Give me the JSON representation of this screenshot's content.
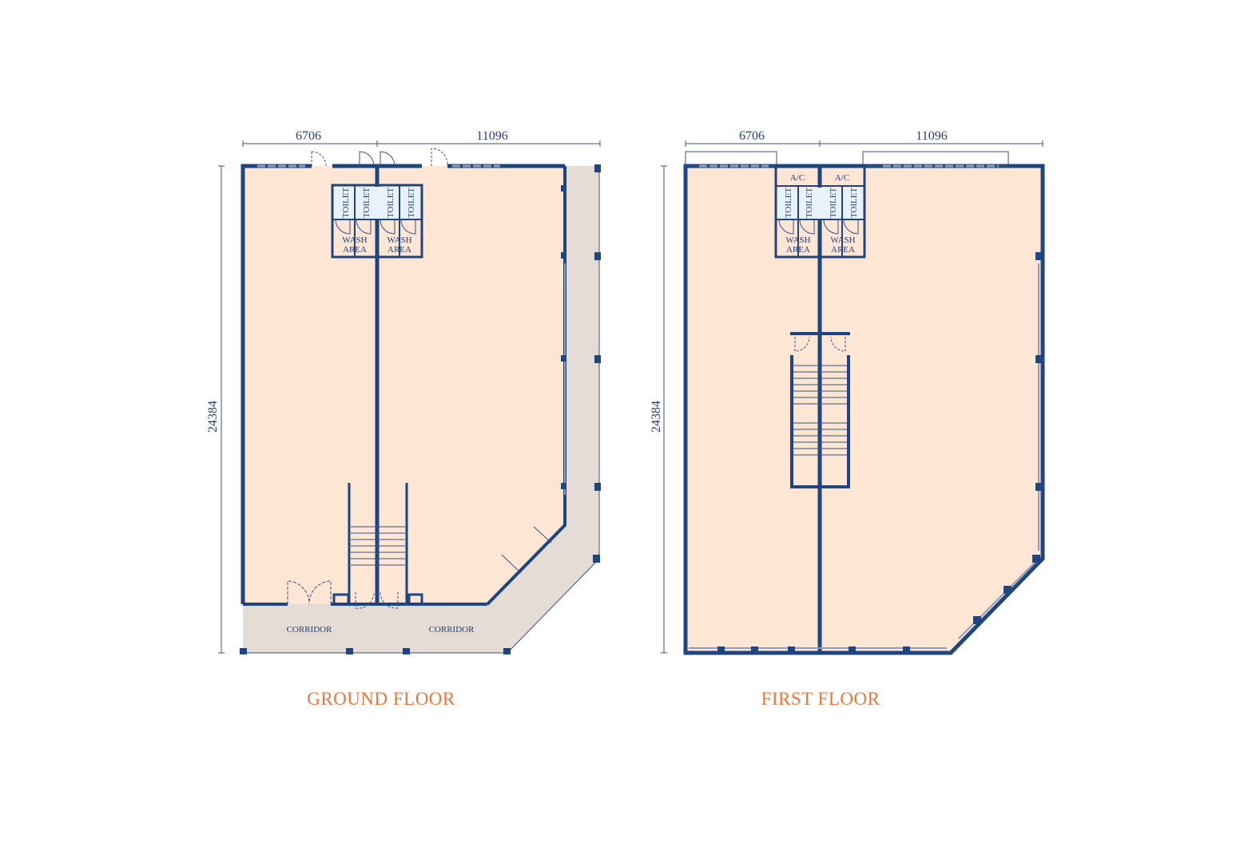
{
  "colors": {
    "wall": "#1f4580",
    "floor": "#fde6d4",
    "corridor": "#e6dcd6",
    "title": "#e8773a",
    "toilet": "#e8f2fa"
  },
  "ground_floor": {
    "title": "GROUND FLOOR",
    "dim_left_width": "6706",
    "dim_right_width": "11096",
    "dim_depth": "24384",
    "toilets": [
      "TOILET",
      "TOILET",
      "TOILET",
      "TOILET"
    ],
    "wash_areas": [
      {
        "line1": "WASH",
        "line2": "AREA"
      },
      {
        "line1": "WASH",
        "line2": "AREA"
      }
    ],
    "corridors": [
      "CORRIDOR",
      "CORRIDOR"
    ]
  },
  "first_floor": {
    "title": "FIRST FLOOR",
    "dim_left_width": "6706",
    "dim_right_width": "11096",
    "dim_depth": "24384",
    "ac": [
      "A/C",
      "A/C"
    ],
    "toilets": [
      "TOILET",
      "TOILET",
      "TOILET",
      "TOILET"
    ],
    "wash_areas": [
      {
        "line1": "WASH",
        "line2": "AREA"
      },
      {
        "line1": "WASH",
        "line2": "AREA"
      }
    ]
  }
}
